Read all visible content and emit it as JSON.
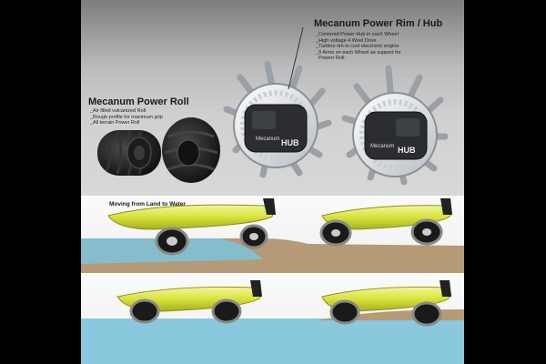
{
  "hub": {
    "title": "Mecanum Power Rim / Hub",
    "bullets": [
      "_Centered Power Hub in each Wheel",
      "_High voltage 4 Weel Drive",
      "_Turbine rim to cool electronic engine",
      "_9 Arms on each Wheel as support for",
      "  Powerr Roll"
    ],
    "hub_label": "HUB"
  },
  "roll": {
    "title": "Mecanum Power Roll",
    "bullets": [
      "_Air filled vulcanized Roll",
      "_Rough profile for maximum grip",
      "_All terrain Power Roll"
    ]
  },
  "caption": "Moving from Land to Water",
  "colors": {
    "hull": "#d7e23a",
    "water": "#7ec3dc",
    "ground": "#b49a76",
    "frame": "#000000"
  }
}
